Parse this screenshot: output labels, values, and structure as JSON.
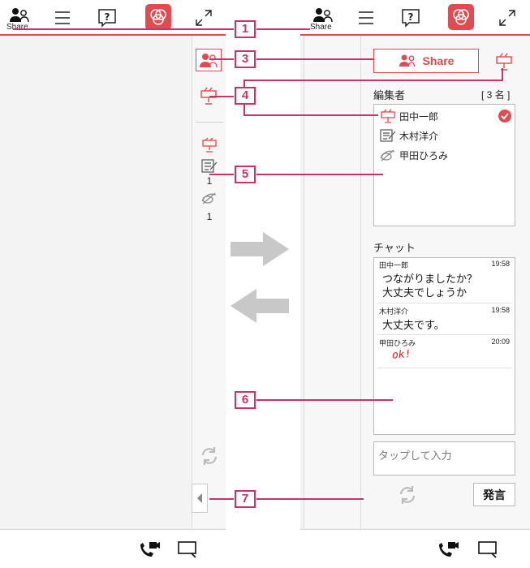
{
  "colors": {
    "accent": "#e24a4f",
    "callout": "#c8336a",
    "gray_arrow": "#c8c8c8"
  },
  "left": {
    "topbar": {
      "share_label": "Share"
    },
    "sidebar": {
      "editor_count": "1",
      "viewer_count": "1"
    }
  },
  "right": {
    "topbar": {
      "share_label": "Share"
    },
    "share_button_label": "Share",
    "editors": {
      "label": "編集者",
      "count_text": "[ 3 名 ]",
      "people": [
        {
          "name": "田中一郎",
          "role": "presenter-icon"
        },
        {
          "name": "木村洋介",
          "role": "editor-icon"
        },
        {
          "name": "甲田ひろみ",
          "role": "viewer-icon"
        }
      ]
    },
    "chat": {
      "label": "チャット",
      "messages": [
        {
          "author": "田中一郎",
          "time": "19:58",
          "line1": "つながりましたか？",
          "line2": "大丈夫でしょうか"
        },
        {
          "author": "木村洋介",
          "time": "19:58",
          "line1": "大丈夫です。"
        },
        {
          "author": "甲田ひろみ",
          "time": "20:09",
          "handwriting": "ok!"
        }
      ],
      "input_placeholder": "タップして入力",
      "send_label": "発言"
    }
  },
  "callouts": [
    "1",
    "3",
    "4",
    "5",
    "6",
    "7"
  ]
}
